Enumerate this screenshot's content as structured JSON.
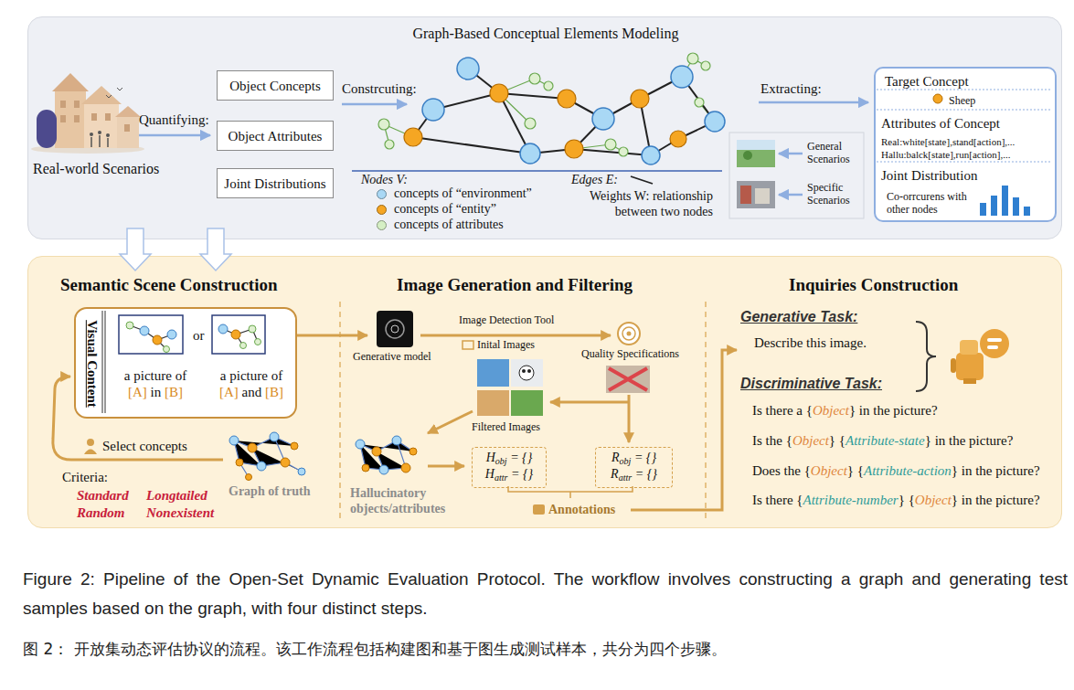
{
  "diagram": {
    "caption": "Figure 2: Pipeline of the Open-Set Dynamic Evaluation Protocol. The workflow involves constructing a graph and generating test samples based on the graph, with four distinct steps.",
    "nodes": [
      {
        "text": [
          "Graph-Based Conceptual Elements Modeling"
        ]
      },
      {
        "text": [
          "Object Concepts"
        ],
        "in": 0
      },
      {
        "text": [
          "Object Attributes"
        ],
        "in": 0
      },
      {
        "text": [
          "Joint Distributions"
        ],
        "in": 0
      },
      {
        "text": [
          "Target Concept",
          "Sheep",
          "Attributes of Concept",
          "Real:white[state],stand[action],...",
          "Hallu:balck[state],run[action],...",
          "Joint Distribution",
          "Co-orrcurens with other nodes"
        ],
        "in": 0
      },
      {
        "text": [
          "Semantic Scene Construction",
          "Image Generation and Filtering",
          "Inquiries Construction"
        ]
      },
      {
        "text": [
          "Visual Content",
          "or",
          "a picture of [A] in [B]",
          "a picture of [A] and [B]"
        ],
        "in": 5
      },
      {
        "text": [
          "Hobj = {}",
          "Hattr = {}"
        ],
        "in": 5
      },
      {
        "text": [
          "Robj = {}",
          "Rattr = {}"
        ],
        "in": 5
      }
    ],
    "labels": [
      "Real-world Scenarios",
      "Quantifying:",
      "Constrcuting:",
      "Nodes V:",
      "Weights W: relationship between two nodes",
      "Extracting:",
      "General Scenarios",
      "Specific Scenarios",
      "Generative model",
      "Image Detection Tool",
      "Inital Images",
      "Quality Specifications",
      "Filtered Images",
      "Hallucinatory objects/attributes",
      "Annotations",
      "Select concepts",
      "Criteria:",
      "Standard",
      "Longtailed",
      "Random",
      "Nonexistent",
      "Graph of truth",
      "Generative Task:",
      "Describe this image.",
      "Discriminative Task:",
      "Is there a {Object} in the picture?",
      "Is the {Object} {Attribute-state} in the picture?",
      "Does the {Object} {Attribute-action} in the picture?",
      "Is there {Attribute-number} {Object} in the picture?",
      "图 2： 开放集动态评估协议的流程。该工作流程包括构建图和基于图生成测试样本，共分为四个步骤。"
    ],
    "legend": [
      {
        "text": "concepts of “environment”",
        "color": "#a9d8f5"
      },
      {
        "text": "concepts of “entity”",
        "color": "#f5a623"
      },
      {
        "text": "concepts of attributes",
        "color": "#d5efc4"
      },
      {
        "text": "Edges E:"
      }
    ]
  }
}
